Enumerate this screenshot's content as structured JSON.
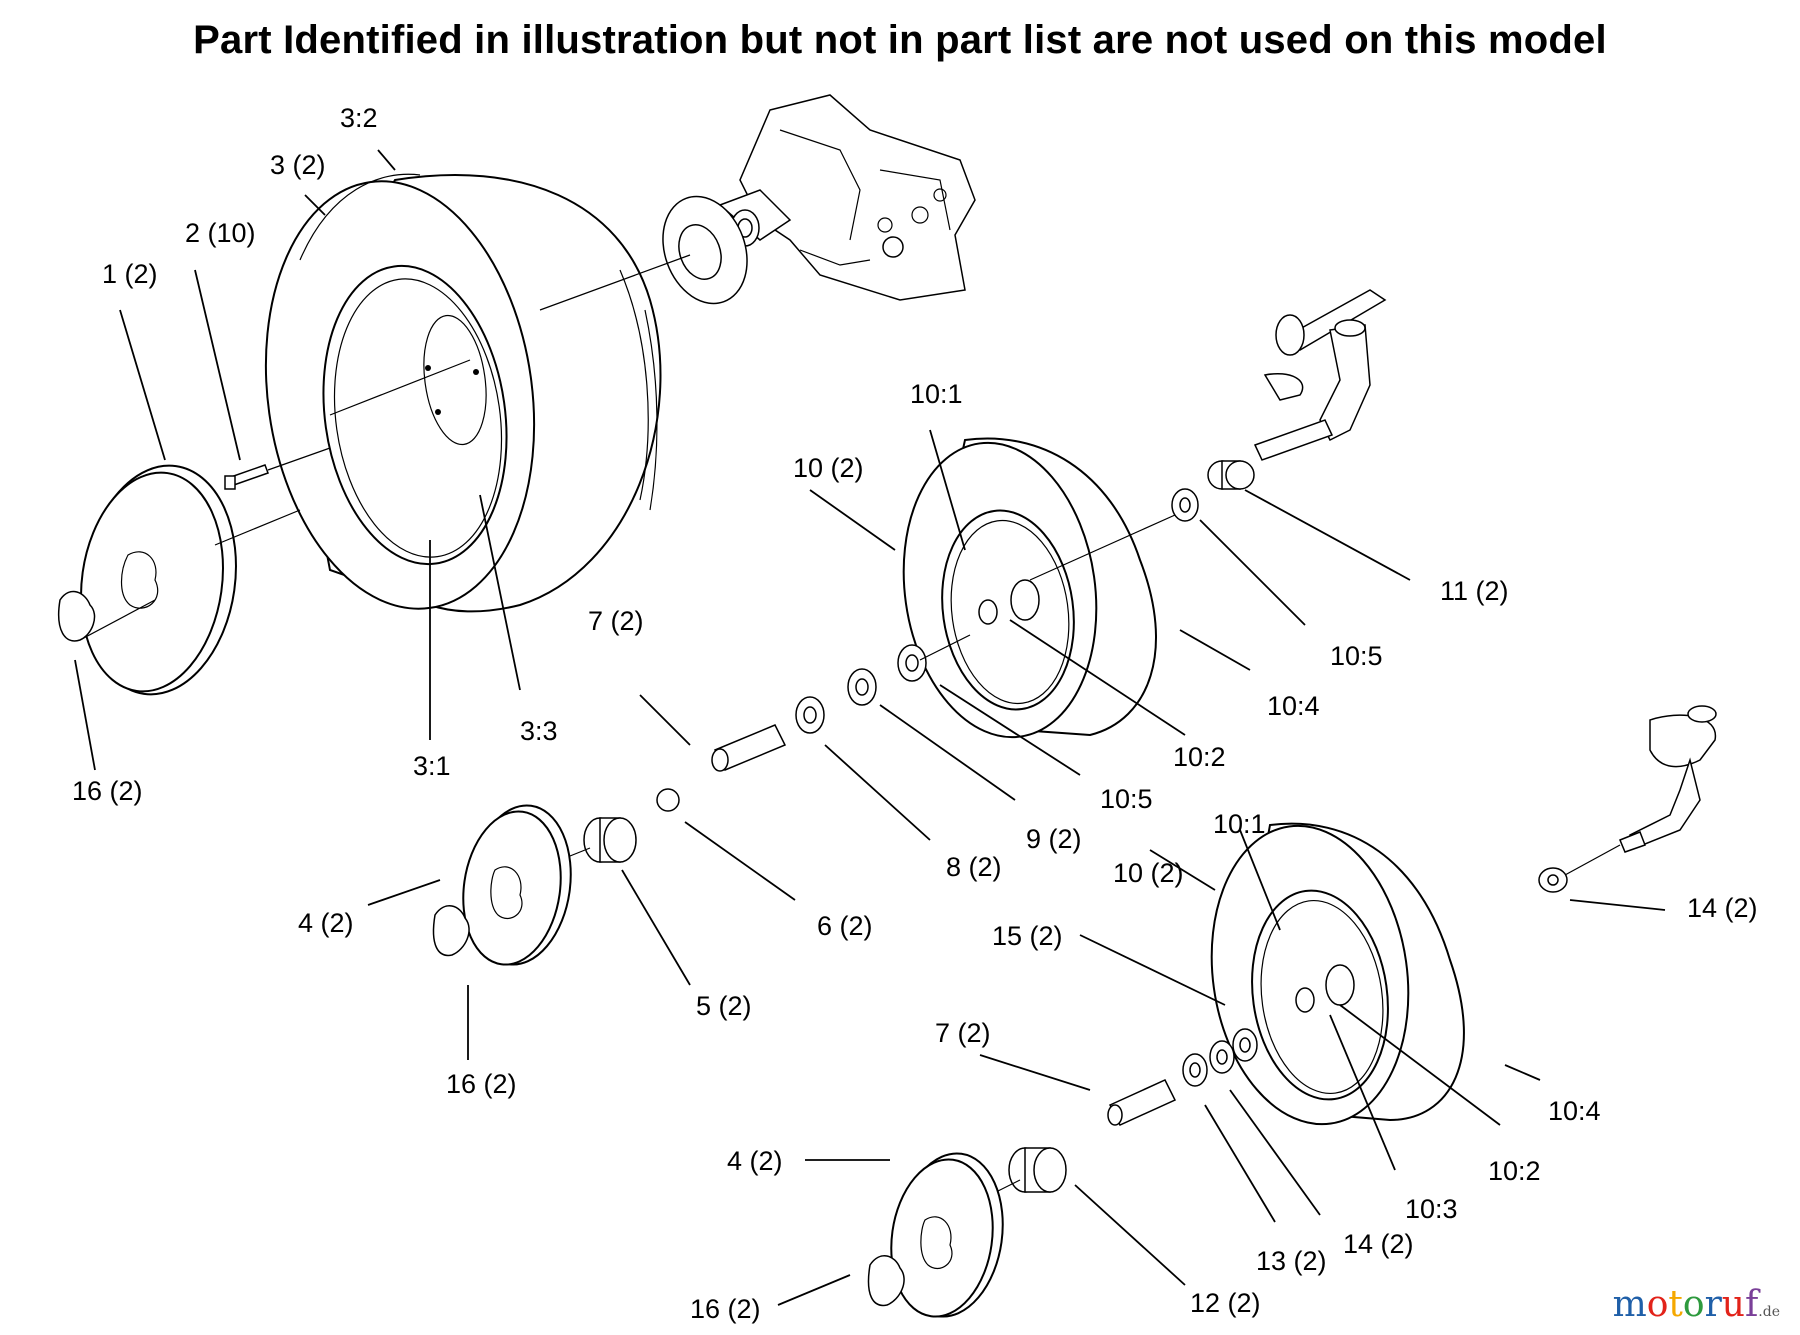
{
  "title": "Part Identified in illustration but not in part list are not used on this model",
  "labels": {
    "l_3_2": "3:2",
    "l_3": "3 (2)",
    "l_2": "2 (10)",
    "l_1": "1 (2)",
    "l_16a": "16 (2)",
    "l_3_1": "3:1",
    "l_3_3": "3:3",
    "l_10_1a": "10:1",
    "l_10a": "10 (2)",
    "l_11": "11 (2)",
    "l_10_5a": "10:5",
    "l_10_4a": "10:4",
    "l_10_2a": "10:2",
    "l_10_5b": "10:5",
    "l_7a": "7 (2)",
    "l_9": "9 (2)",
    "l_8": "8 (2)",
    "l_6": "6 (2)",
    "l_5": "5 (2)",
    "l_4a": "4 (2)",
    "l_16b": "16 (2)",
    "l_10_1b": "10:1",
    "l_10b": "10 (2)",
    "l_15": "15 (2)",
    "l_14a": "14 (2)",
    "l_10_4b": "10:4",
    "l_10_2b": "10:2",
    "l_10_3": "10:3",
    "l_7b": "7 (2)",
    "l_4b": "4 (2)",
    "l_13": "13 (2)",
    "l_14b": "14 (2)",
    "l_12": "12 (2)",
    "l_16c": "16 (2)"
  },
  "watermark": {
    "letters": [
      "m",
      "o",
      "t",
      "o",
      "r",
      "u",
      "f"
    ],
    "tld": ".de",
    "colors": [
      "#1f5fa8",
      "#e2231a",
      "#f5a800",
      "#2e9a3e",
      "#1f5fa8",
      "#e2231a",
      "#7a3f98"
    ]
  }
}
